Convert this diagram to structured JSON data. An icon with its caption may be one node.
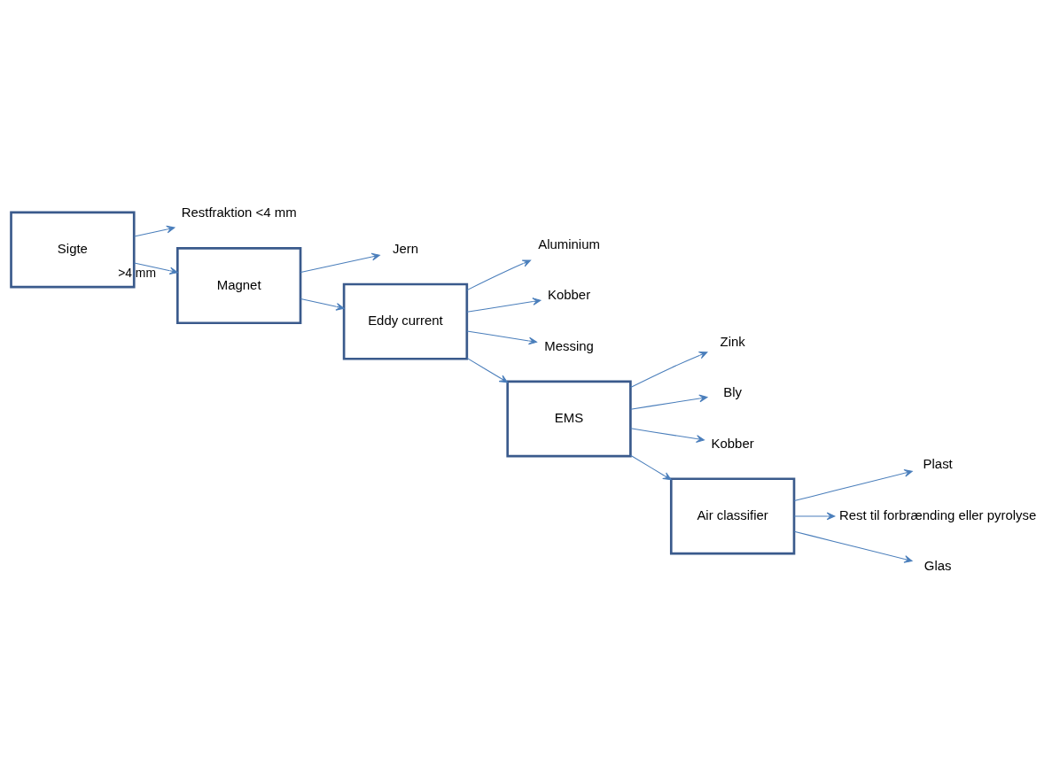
{
  "diagram": {
    "nodes": [
      {
        "text": [
          "Sigte"
        ]
      },
      {
        "text": [
          "Restfraktion <4 mm"
        ]
      },
      {
        "text": [
          "Magnet"
        ]
      },
      {
        "text": [
          "Jern"
        ]
      },
      {
        "text": [
          "Eddy current"
        ]
      },
      {
        "text": [
          "Aluminium"
        ]
      },
      {
        "text": [
          "Kobber"
        ]
      },
      {
        "text": [
          "Messing"
        ]
      },
      {
        "text": [
          "EMS"
        ]
      },
      {
        "text": [
          "Zink"
        ]
      },
      {
        "text": [
          "Bly"
        ]
      },
      {
        "text": [
          "Kobber"
        ]
      },
      {
        "text": [
          "Air classifier"
        ]
      },
      {
        "text": [
          "Plast"
        ]
      },
      {
        "text": [
          "Rest til forbrænding eller pyrolyse"
        ]
      },
      {
        "text": [
          "Glas"
        ]
      }
    ],
    "edges": [
      {
        "from": 0,
        "to": 1,
        "arrow": "to"
      },
      {
        "from": 0,
        "to": 2,
        "arrow": "to",
        "label": ">4 mm"
      },
      {
        "from": 2,
        "to": 3,
        "arrow": "to"
      },
      {
        "from": 2,
        "to": 4,
        "arrow": "to"
      },
      {
        "from": 4,
        "to": 5,
        "arrow": "to"
      },
      {
        "from": 4,
        "to": 6,
        "arrow": "to"
      },
      {
        "from": 4,
        "to": 7,
        "arrow": "to"
      },
      {
        "from": 4,
        "to": 8,
        "arrow": "to"
      },
      {
        "from": 8,
        "to": 9,
        "arrow": "to"
      },
      {
        "from": 8,
        "to": 10,
        "arrow": "to"
      },
      {
        "from": 8,
        "to": 11,
        "arrow": "to"
      },
      {
        "from": 8,
        "to": 12,
        "arrow": "to"
      },
      {
        "from": 12,
        "to": 13,
        "arrow": "to"
      },
      {
        "from": 12,
        "to": 14,
        "arrow": "to"
      },
      {
        "from": 12,
        "to": 15,
        "arrow": "to"
      }
    ]
  }
}
